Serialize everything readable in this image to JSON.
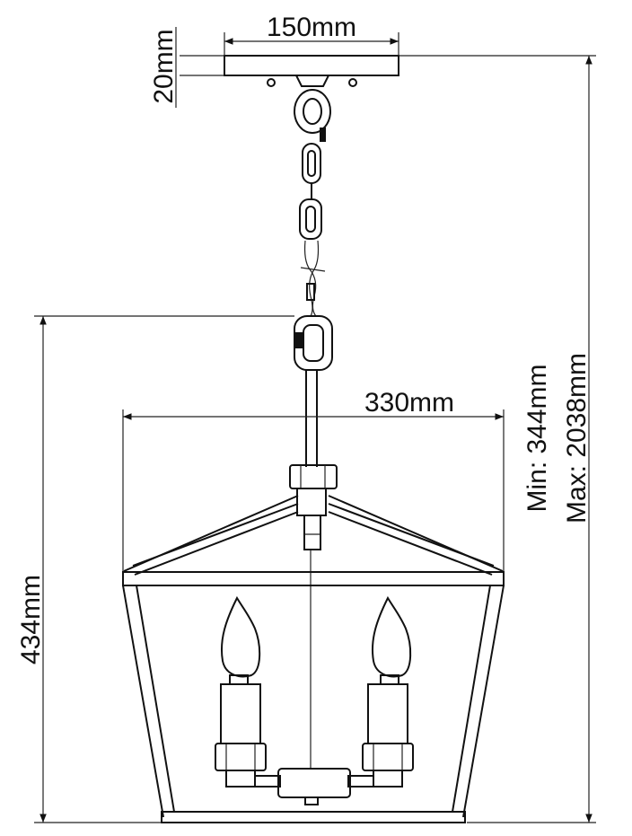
{
  "dimensions": {
    "canopy_width": "150mm",
    "canopy_height": "20mm",
    "lantern_width": "330mm",
    "lantern_height": "434mm",
    "overall_min": "Min: 344mm",
    "overall_max": "Max: 2038mm"
  },
  "colors": {
    "line": "#111111",
    "background": "#ffffff"
  }
}
